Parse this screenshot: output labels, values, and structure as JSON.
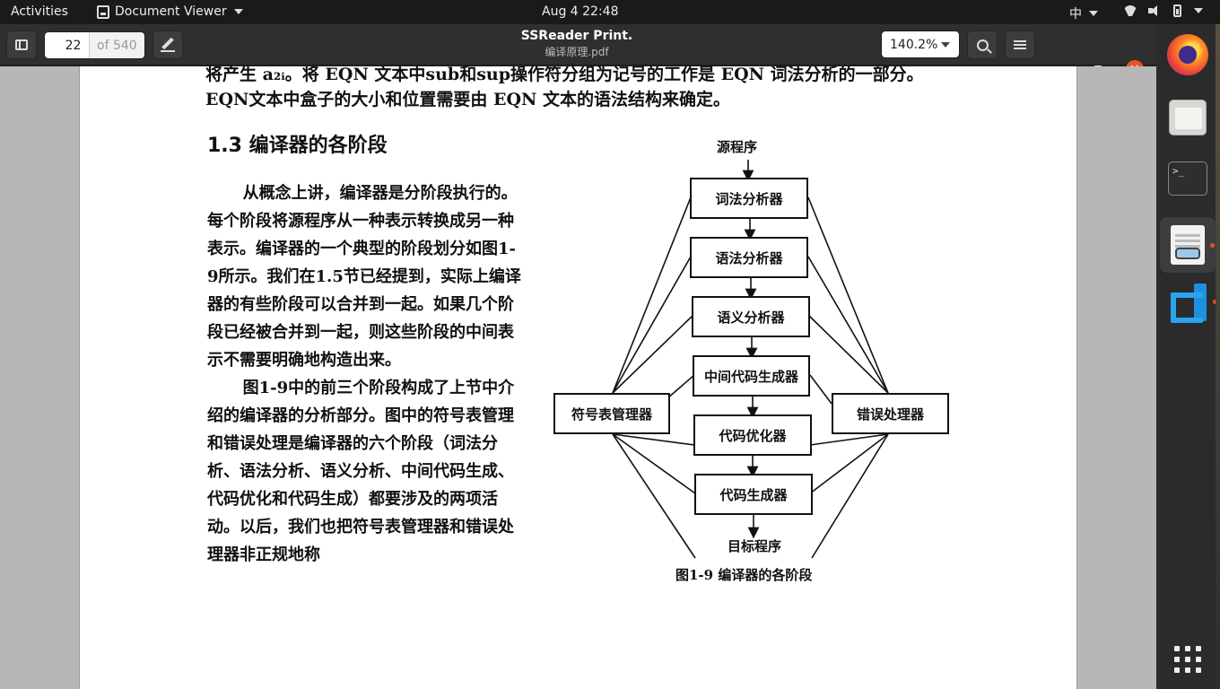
{
  "topbar": {
    "activities": "Activities",
    "app_name": "Document Viewer",
    "clock": "Aug 4  22:48",
    "ime": "中"
  },
  "header": {
    "page_current": "22",
    "page_total": "of 540",
    "title": "SSReader Print.",
    "subtitle": "编译原理.pdf",
    "zoom": "140.2%"
  },
  "document": {
    "line1": "将产生 a₂ᵢ。将 EQN 文本中sub和sup操作符分组为记号的工作是 EQN 词法分析的一部分。",
    "line2": "EQN文本中盒子的大小和位置需要由 EQN 文本的语法结构来确定。",
    "section_heading": "1.3   编译器的各阶段",
    "para1": "从概念上讲，编译器是分阶段执行的。每个阶段将源程序从一种表示转换成另一种表示。编译器的一个典型的阶段划分如图1-9所示。我们在1.5节已经提到，实际上编译器的有些阶段可以合并到一起。如果几个阶段已经被合并到一起，则这些阶段的中间表示不需要明确地构造出来。",
    "para2": "图1-9中的前三个阶段构成了上节中介绍的编译器的分析部分。图中的符号表管理和错误处理是编译器的六个阶段（词法分析、语法分析、语义分析、中间代码生成、代码优化和代码生成）都要涉及的两项活动。以后，我们也把符号表管理器和错误处理器非正规地称"
  },
  "diagram": {
    "source": "源程序",
    "target": "目标程序",
    "caption": "图1-9   编译器的各阶段",
    "stages": [
      "词法分析器",
      "语法分析器",
      "语义分析器",
      "中间代码生成器",
      "代码优化器",
      "代码生成器"
    ],
    "left_box": "符号表管理器",
    "right_box": "错误处理器"
  },
  "dock": {
    "items": [
      "firefox-icon",
      "files-icon",
      "terminal-icon",
      "document-viewer-icon",
      "vscode-icon",
      "show-apps-icon"
    ]
  }
}
